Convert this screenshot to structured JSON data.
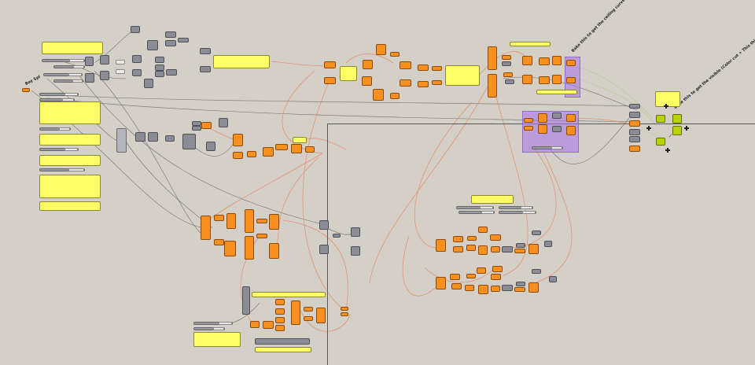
{
  "window": {
    "title": ""
  },
  "canvas": {
    "background": "#d4d0c8"
  },
  "annotations": {
    "left": "Bay Spl",
    "top_right": "Bake this to get the ceiling curves (Color cut)",
    "mid_right": "Bake this to get the visible (Color cut + This thin one)",
    "right_small": "..."
  },
  "colors": {
    "component": "#f7901e",
    "param": "#8c8c96",
    "panel": "#ffff66",
    "group": "#aa78e6",
    "preview": "#b8d400",
    "wire_active": "#e88a6a",
    "wire_param": "#6e6e6e"
  },
  "icons": {
    "preview_marker": "crosshair-icon"
  }
}
